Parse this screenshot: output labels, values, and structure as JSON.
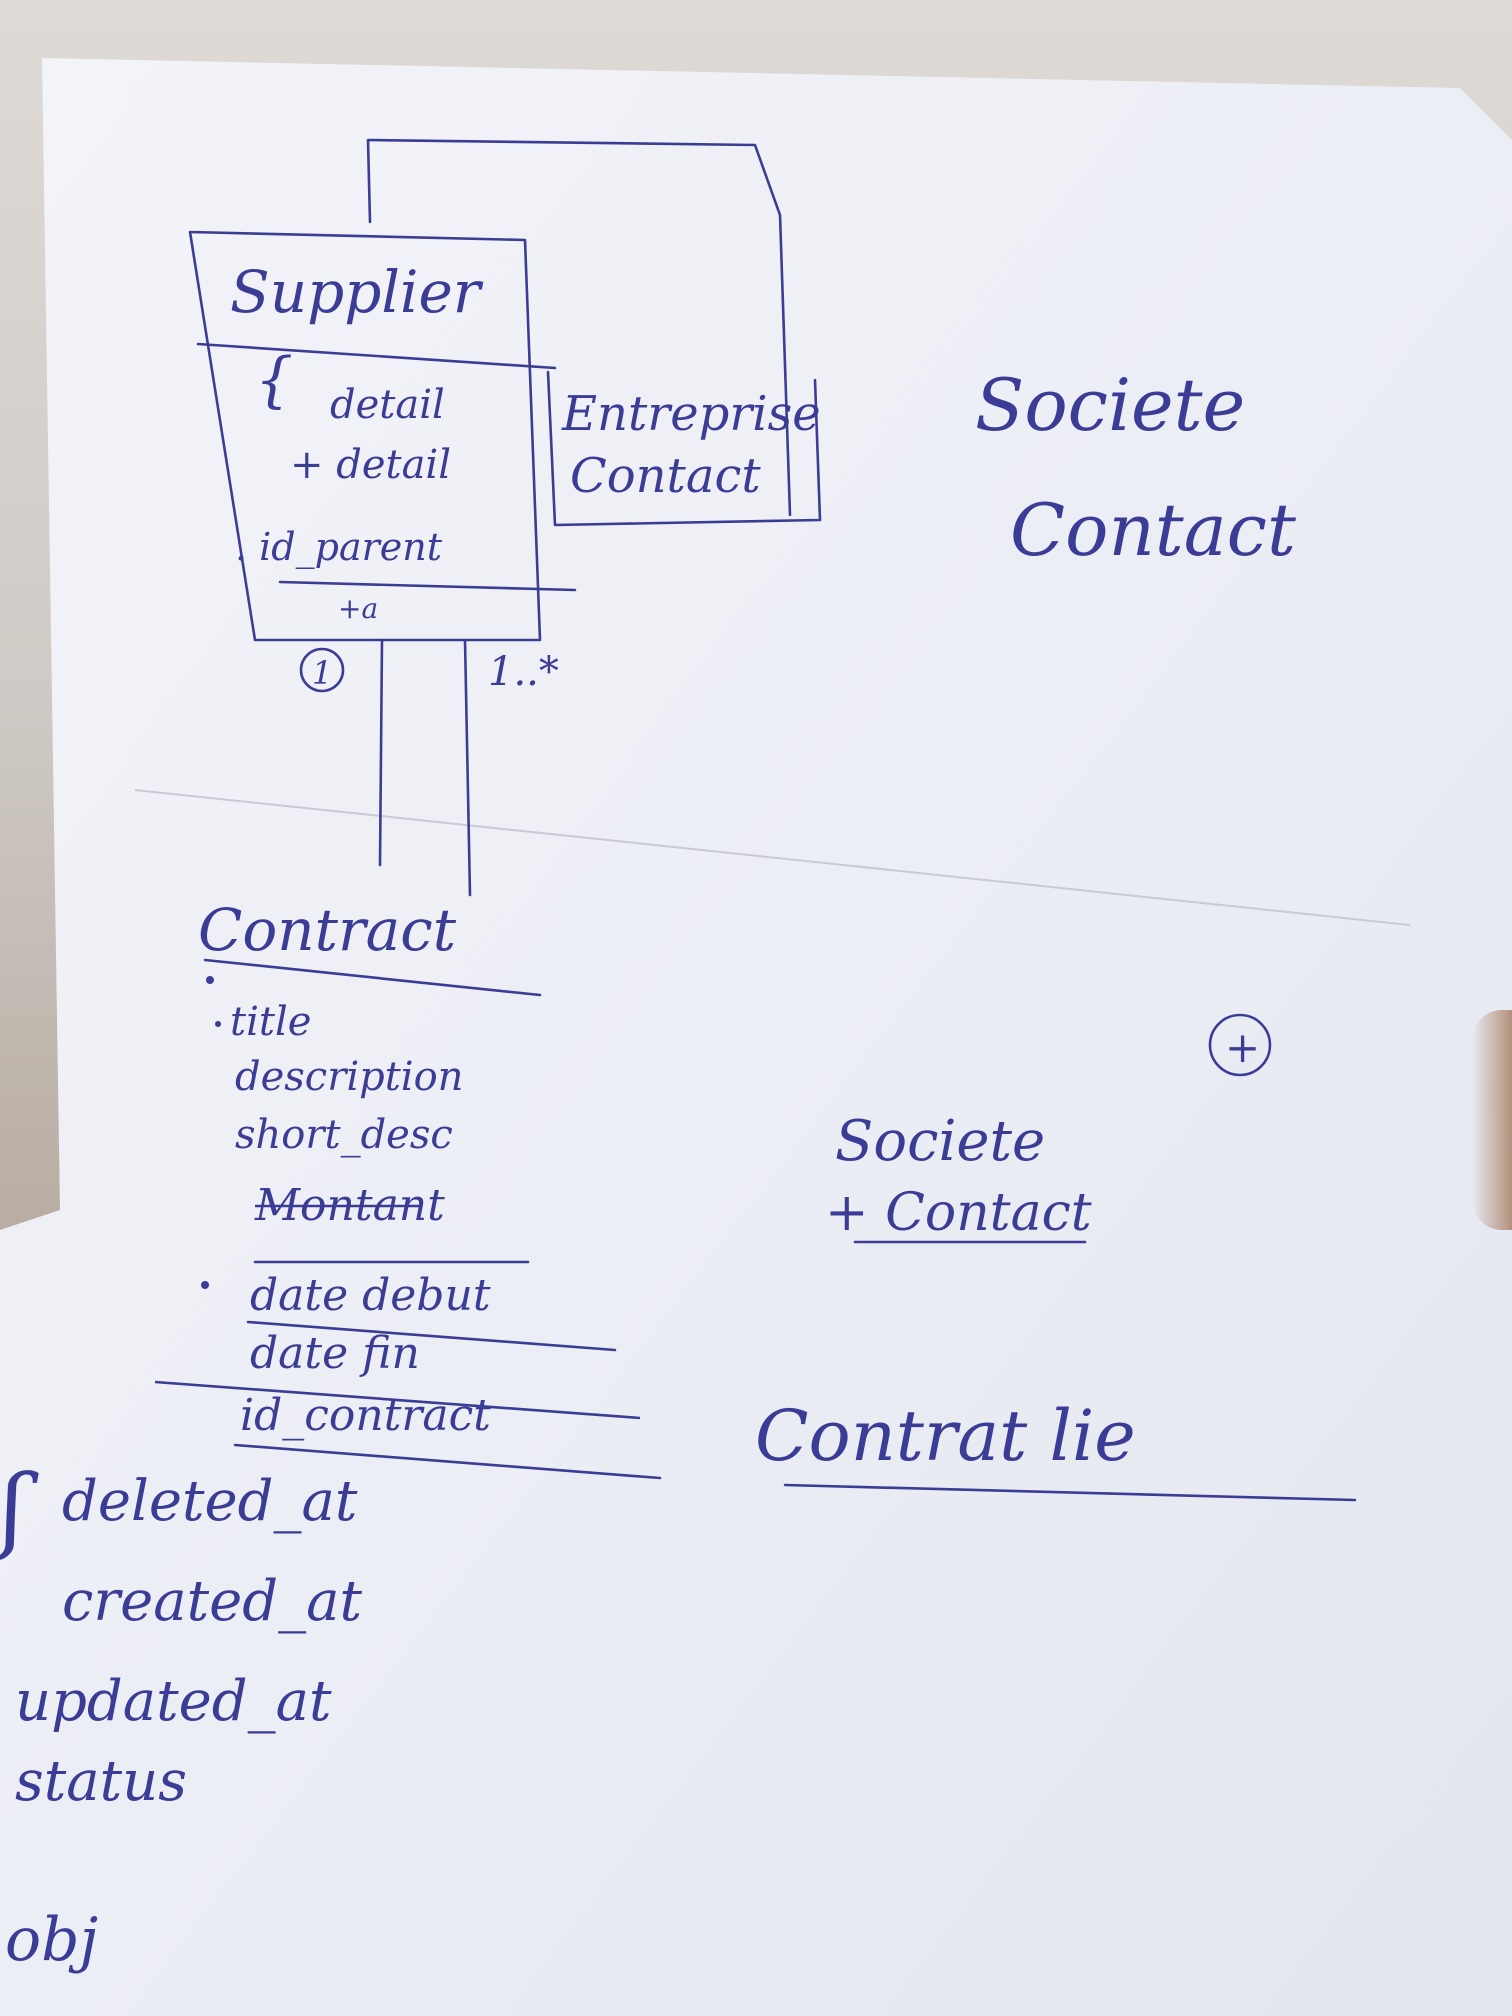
{
  "supplier_box": {
    "title": "Supplier",
    "attributes": [
      "detail",
      "+ detail",
      ". id_parent"
    ],
    "footer_mark": "+a",
    "multiplicity_left": "1",
    "multiplicity_right": "1..*"
  },
  "entreprise_box": {
    "line1": "Entreprise",
    "line2": "Contact"
  },
  "societe_contact_top": {
    "line1": "Societe",
    "line2": "Contact"
  },
  "contract_entity": {
    "title": "Contract",
    "fields": [
      {
        "text": "title",
        "struck": false
      },
      {
        "text": "description",
        "struck": false
      },
      {
        "text": "short_desc",
        "struck": false
      },
      {
        "text": "Montant",
        "struck": true
      },
      {
        "text": "date debut",
        "struck": false
      },
      {
        "text": "date fin",
        "struck": false
      },
      {
        "text": "id_contract",
        "struck": true
      }
    ]
  },
  "timestamps": [
    "deleted_at",
    "created_at",
    "updated_at",
    "status"
  ],
  "trailing_text": "obj",
  "right_notes": {
    "plus_symbol": "+",
    "societe": "Societe",
    "contact": "+ Contact",
    "contrat_lie": "Contrat lie"
  },
  "colors": {
    "ink": "#3b3c96",
    "paper": "#f1f2f7",
    "background": "#d8d3ce"
  }
}
